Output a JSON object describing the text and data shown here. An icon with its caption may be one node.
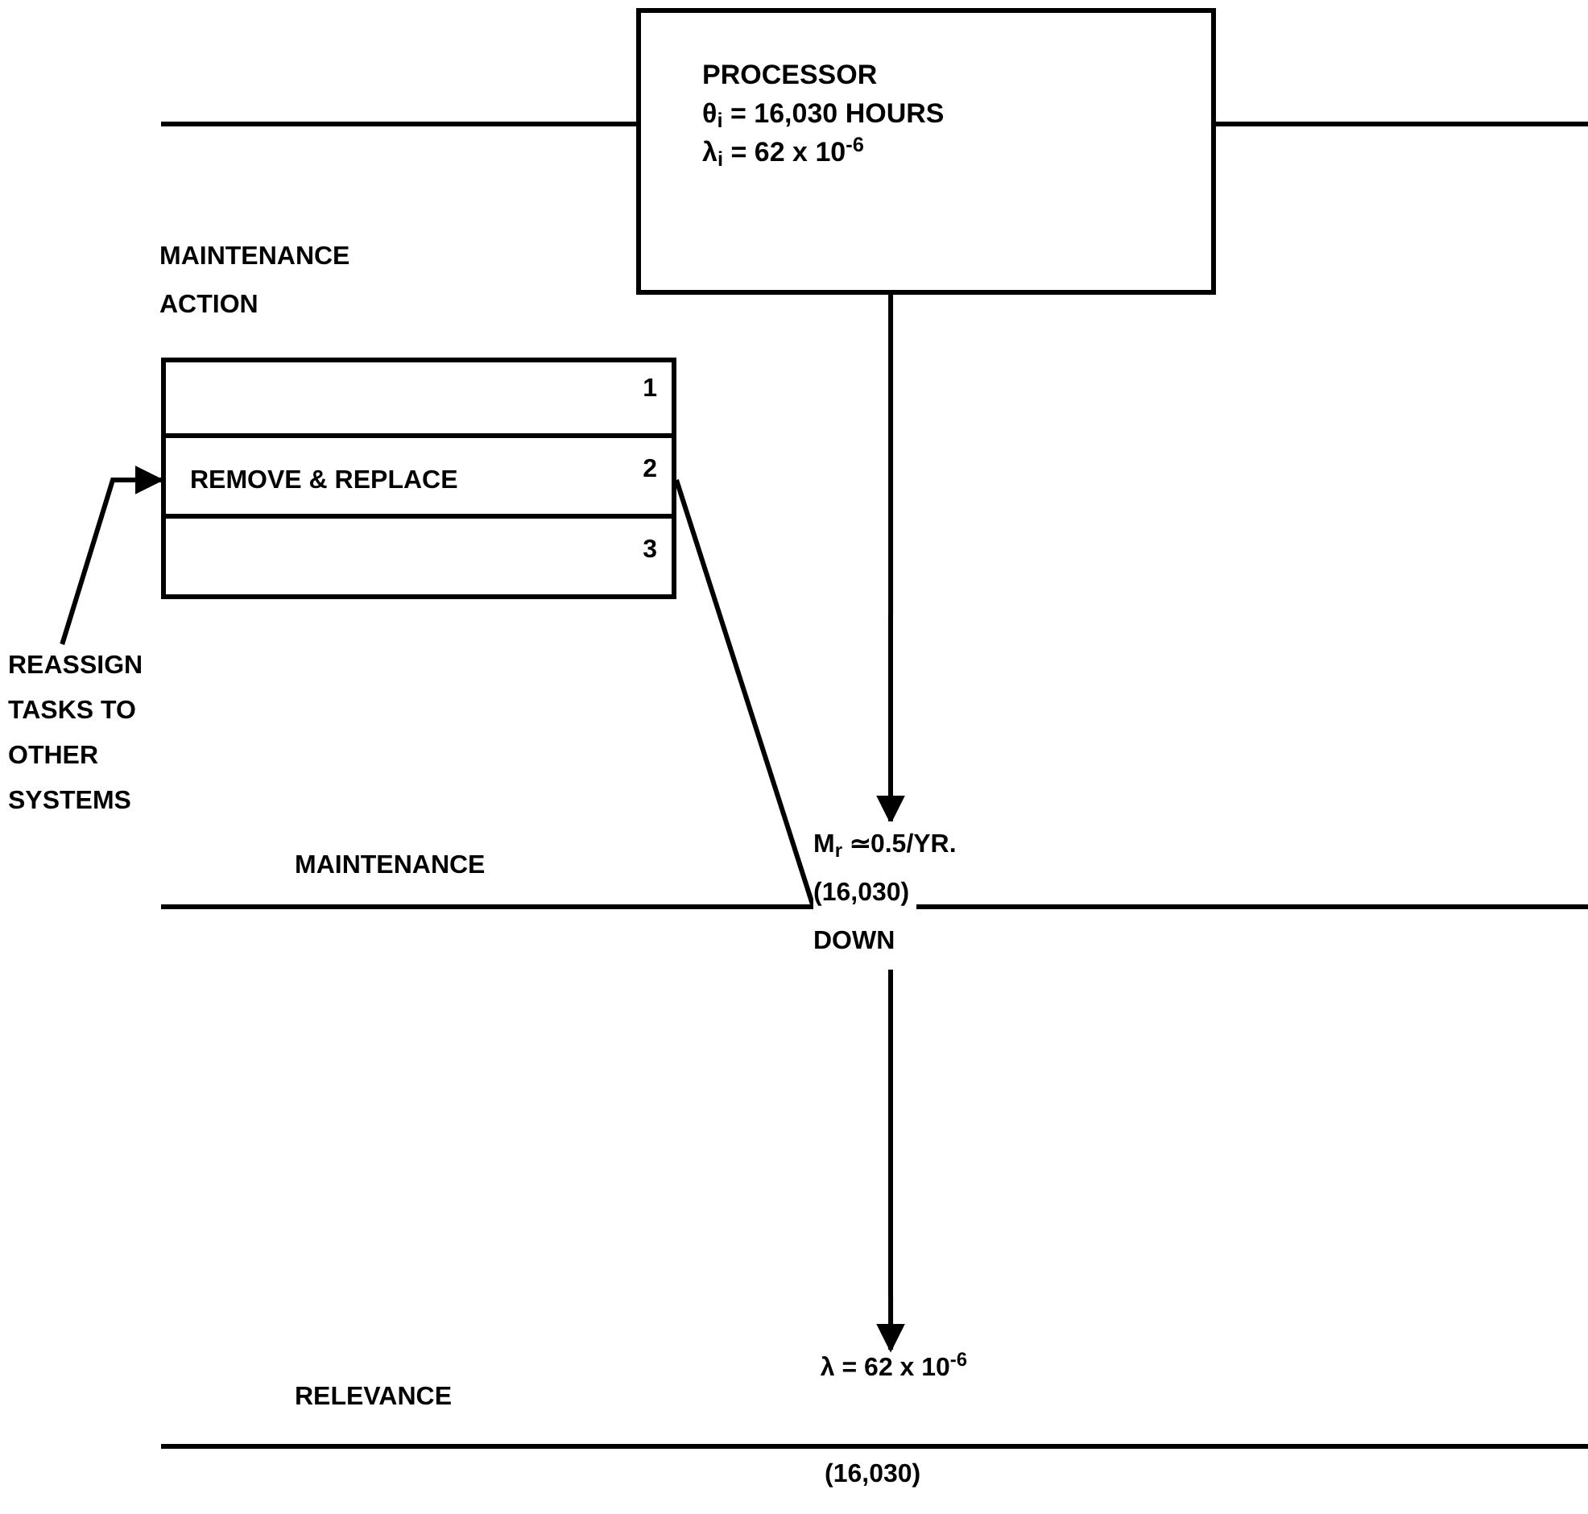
{
  "diagram": {
    "nodes": [
      {
        "text": [
          "PROCESSOR",
          "θ$_{i}$ = 16,030 HOURS",
          "λ$_{i}$ = 62 x 10$^{-6}$"
        ]
      },
      {
        "text": [
          "MAINTENANCE ACTION"
        ]
      },
      {
        "text": [
          "1"
        ],
        "in": 1
      },
      {
        "text": [
          "REMOVE & REPLACE",
          "2"
        ],
        "in": 1
      },
      {
        "text": [
          "3"
        ],
        "in": 1
      },
      {
        "text": [
          "REASSIGN TASKS TO OTHER SYSTEMS"
        ]
      },
      {
        "text": [
          "M$_{r}$ ≃0.5/YR.",
          "(16,030)",
          "DOWN"
        ]
      },
      {
        "text": [
          "λ = 62 x 10$^{-6}$"
        ]
      }
    ],
    "edges": [
      {
        "from": 0,
        "to": 6,
        "arrow": "to"
      },
      {
        "from": 6,
        "to": 7,
        "arrow": "to"
      },
      {
        "from": 5,
        "to": 3,
        "arrow": "to"
      },
      {
        "from": 3,
        "to": 6,
        "arrow": "none"
      }
    ],
    "labels": [
      "MAINTENANCE",
      "RELEVANCE",
      "(16,030)"
    ]
  }
}
